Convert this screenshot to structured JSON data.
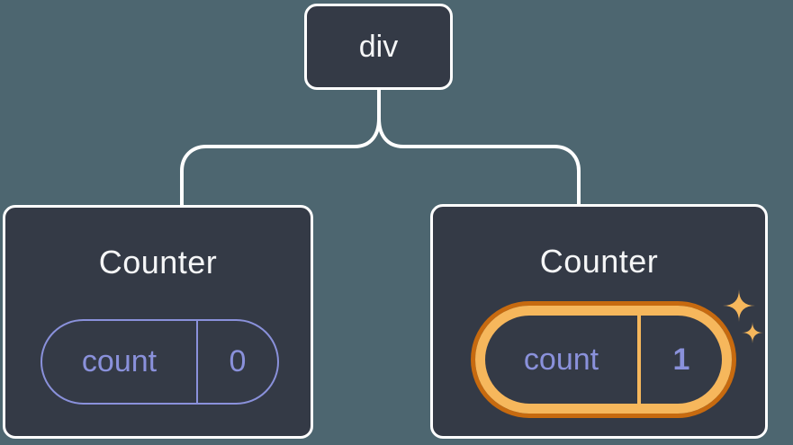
{
  "diagram": {
    "description": "React component tree: a div root with two Counter children; the second Counter's state is highlighted as just updated",
    "root": {
      "label": "div"
    },
    "children": [
      {
        "title": "Counter",
        "state": {
          "key": "count",
          "value": "0"
        },
        "highlighted": false
      },
      {
        "title": "Counter",
        "state": {
          "key": "count",
          "value": "1"
        },
        "highlighted": true
      }
    ]
  },
  "colors": {
    "background": "#4D6670",
    "node_fill": "#343A46",
    "node_border": "#FFFFFF",
    "connector": "#FFFFFF",
    "state_purple": "#8A91DB",
    "highlight_orange_light": "#F6B75C",
    "highlight_orange_dark": "#C76A0F",
    "title_text": "#F5F6F7"
  },
  "icons": {
    "sparkle_large": "four-point-sparkle",
    "sparkle_small": "four-point-sparkle"
  }
}
